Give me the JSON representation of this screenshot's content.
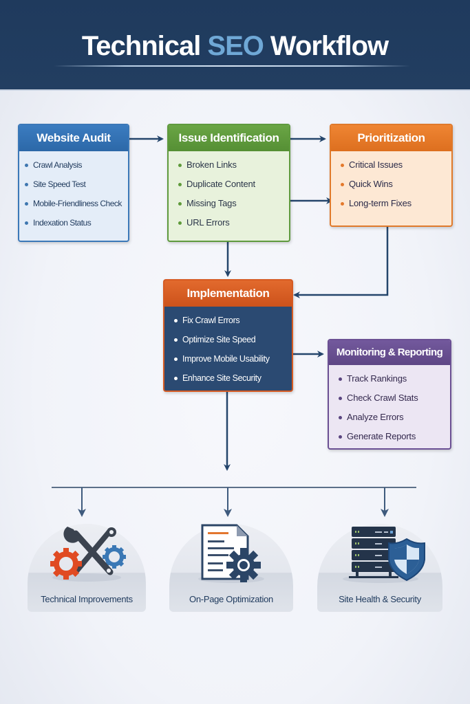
{
  "header": {
    "title_part1": "Technical",
    "title_accent": "SEO",
    "title_part2": "Workflow"
  },
  "colors": {
    "header_bg": "#1f3a5d",
    "accent": "#6fa8d6",
    "audit": "#3b7cc0",
    "issue": "#6aa545",
    "prioritization": "#ef8533",
    "implementation": "#e26a2d",
    "monitoring": "#73599d",
    "arrow": "#24456b"
  },
  "steps": {
    "audit": {
      "title": "Website Audit",
      "items": [
        "Crawl Analysis",
        "Site Speed Test",
        "Mobile-Friendliness Check",
        "Indexation Status"
      ]
    },
    "issue": {
      "title": "Issue Identification",
      "items": [
        "Broken Links",
        "Duplicate Content",
        "Missing Tags",
        "URL Errors"
      ]
    },
    "prioritization": {
      "title": "Prioritization",
      "items": [
        "Critical Issues",
        "Quick Wins",
        "Long-term Fixes"
      ]
    },
    "implementation": {
      "title": "Implementation",
      "items": [
        "Fix Crawl Errors",
        "Optimize Site Speed",
        "Improve Mobile Usability",
        "Enhance Site Security"
      ]
    },
    "monitoring": {
      "title": "Monitoring & Reporting",
      "items": [
        "Track Rankings",
        "Check Crawl Stats",
        "Analyze Errors",
        "Generate Reports"
      ]
    }
  },
  "outcomes": [
    {
      "label": "Technical Improvements",
      "icon": "wrench-gears-icon"
    },
    {
      "label": "On-Page Optimization",
      "icon": "document-gear-icon"
    },
    {
      "label": "Site Health & Security",
      "icon": "server-shield-icon"
    }
  ]
}
